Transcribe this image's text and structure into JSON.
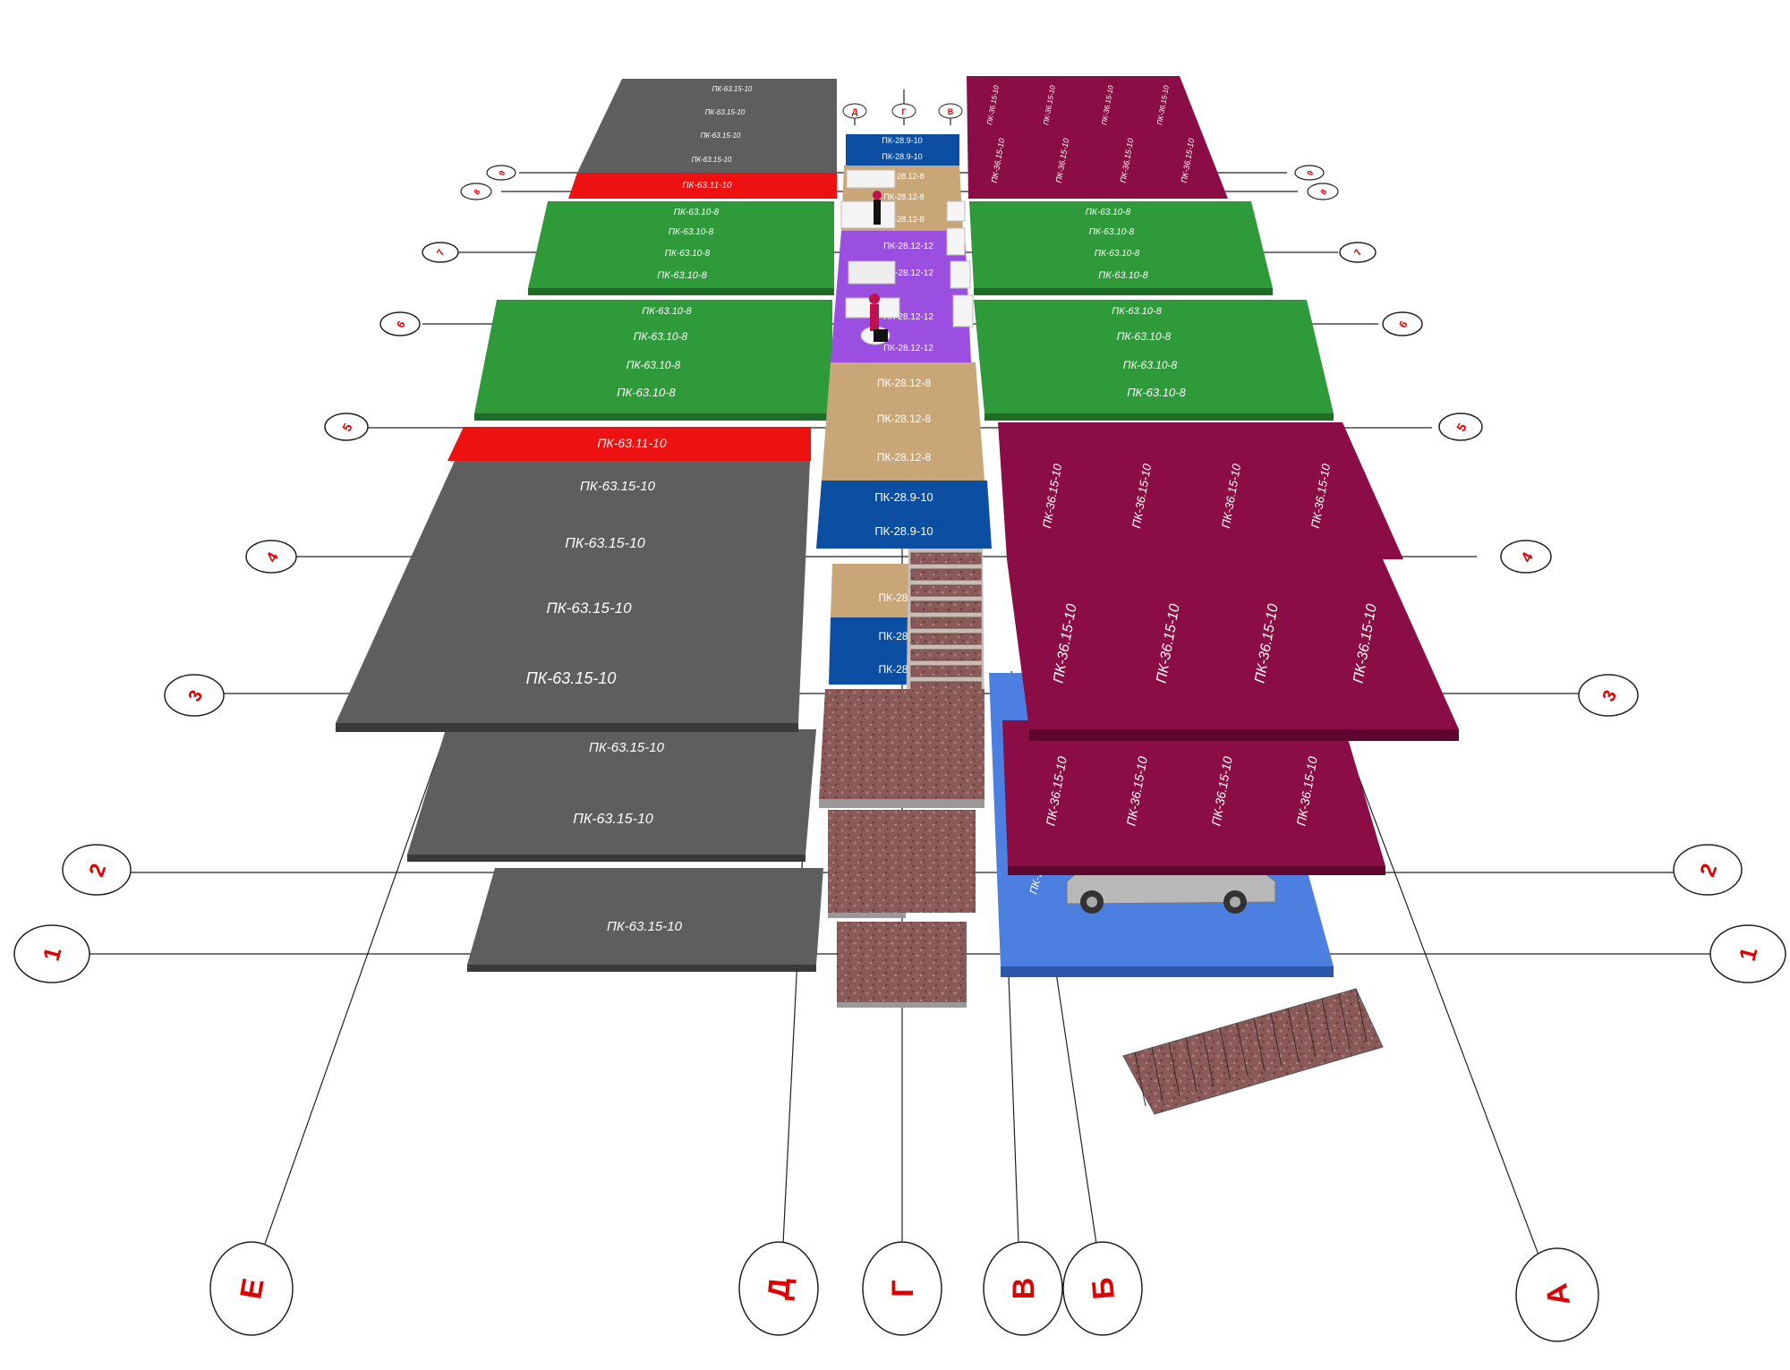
{
  "grid_axes": {
    "numbered": [
      "1",
      "2",
      "3",
      "4",
      "5",
      "6",
      "7",
      "8",
      "9"
    ],
    "lettered": [
      "А",
      "Б",
      "В",
      "Г",
      "Д",
      "Е"
    ]
  },
  "labels": {
    "gray_top": [
      "ПК-63.15-10",
      "ПК-63.15-10",
      "ПК-63.15-10",
      "ПК-63.15-10"
    ],
    "red_top": "ПК-63.11-10",
    "green_left_upper": [
      "ПК-63.10-8",
      "ПК-63.10-8",
      "ПК-63.10-8",
      "ПК-63.10-8"
    ],
    "green_left_lower": [
      "ПК-63.10-8",
      "ПК-63.10-8",
      "ПК-63.10-8",
      "ПК-63.10-8"
    ],
    "green_right_upper": [
      "ПК-63.10-8",
      "ПК-63.10-8",
      "ПК-63.10-8",
      "ПК-63.10-8"
    ],
    "green_right_lower": [
      "ПК-63.10-8",
      "ПК-63.10-8",
      "ПК-63.10-8",
      "ПК-63.10-8"
    ],
    "red_mid": "ПК-63.11-10",
    "gray_mid": [
      "ПК-63.15-10",
      "ПК-63.15-10",
      "ПК-63.15-10",
      "ПК-63.15-10"
    ],
    "gray_low": [
      "ПК-63.15-10",
      "ПК-63.15-10"
    ],
    "gray_bottom": [
      "ПК-63.15-10"
    ],
    "blue_top": [
      "ПК-28.9-10",
      "ПК-28.9-10"
    ],
    "tan_top": [
      "ПК-28.12-8",
      "ПК-28.12-8",
      "ПК-28.12-8"
    ],
    "purple": [
      "ПК-28.12-12",
      "ПК-28.12-12",
      "ПК-28.12-12",
      "ПК-28.12-12"
    ],
    "tan_mid": [
      "ПК-28.12-8",
      "ПК-28.12-8",
      "ПК-28.12-8"
    ],
    "blue_mid": [
      "ПК-28.9-10",
      "ПК-28.9-10"
    ],
    "tan_low": [
      "ПК-28"
    ],
    "blue_low": [
      "ПК-28",
      "ПК-28"
    ],
    "maroon_top": [
      "ПК-36.15-10",
      "ПК-36.15-10",
      "ПК-36.15-10",
      "ПК-36.15-10",
      "ПК-36.15-10",
      "ПК-36.15-10",
      "ПК-36.15-10",
      "ПК-36.15-10"
    ],
    "maroon_upper": [
      "ПК-36.15-10",
      "ПК-36.15-10",
      "ПК-36.15-10",
      "ПК-36.15-10"
    ],
    "maroon_mid": [
      "ПК-36.15-10",
      "ПК-36.15-10",
      "ПК-36.15-10",
      "ПК-36.15-10"
    ],
    "maroon_low": [
      "ПК-36.15-10",
      "ПК-36.15-10",
      "ПК-36.15-10",
      "ПК-36.15-10"
    ],
    "blue_car": "ПК-36"
  },
  "colors": {
    "gray": "#5e5e5e",
    "red": "#ee1111",
    "green": "#2f9a3a",
    "maroon": "#8a0e45",
    "blue": "#0c4ea2",
    "light_blue": "#4d7fe0",
    "tan": "#c9a677",
    "purple": "#9a4fe0",
    "granite": "#8a5a58",
    "axis_red": "#e00000"
  }
}
